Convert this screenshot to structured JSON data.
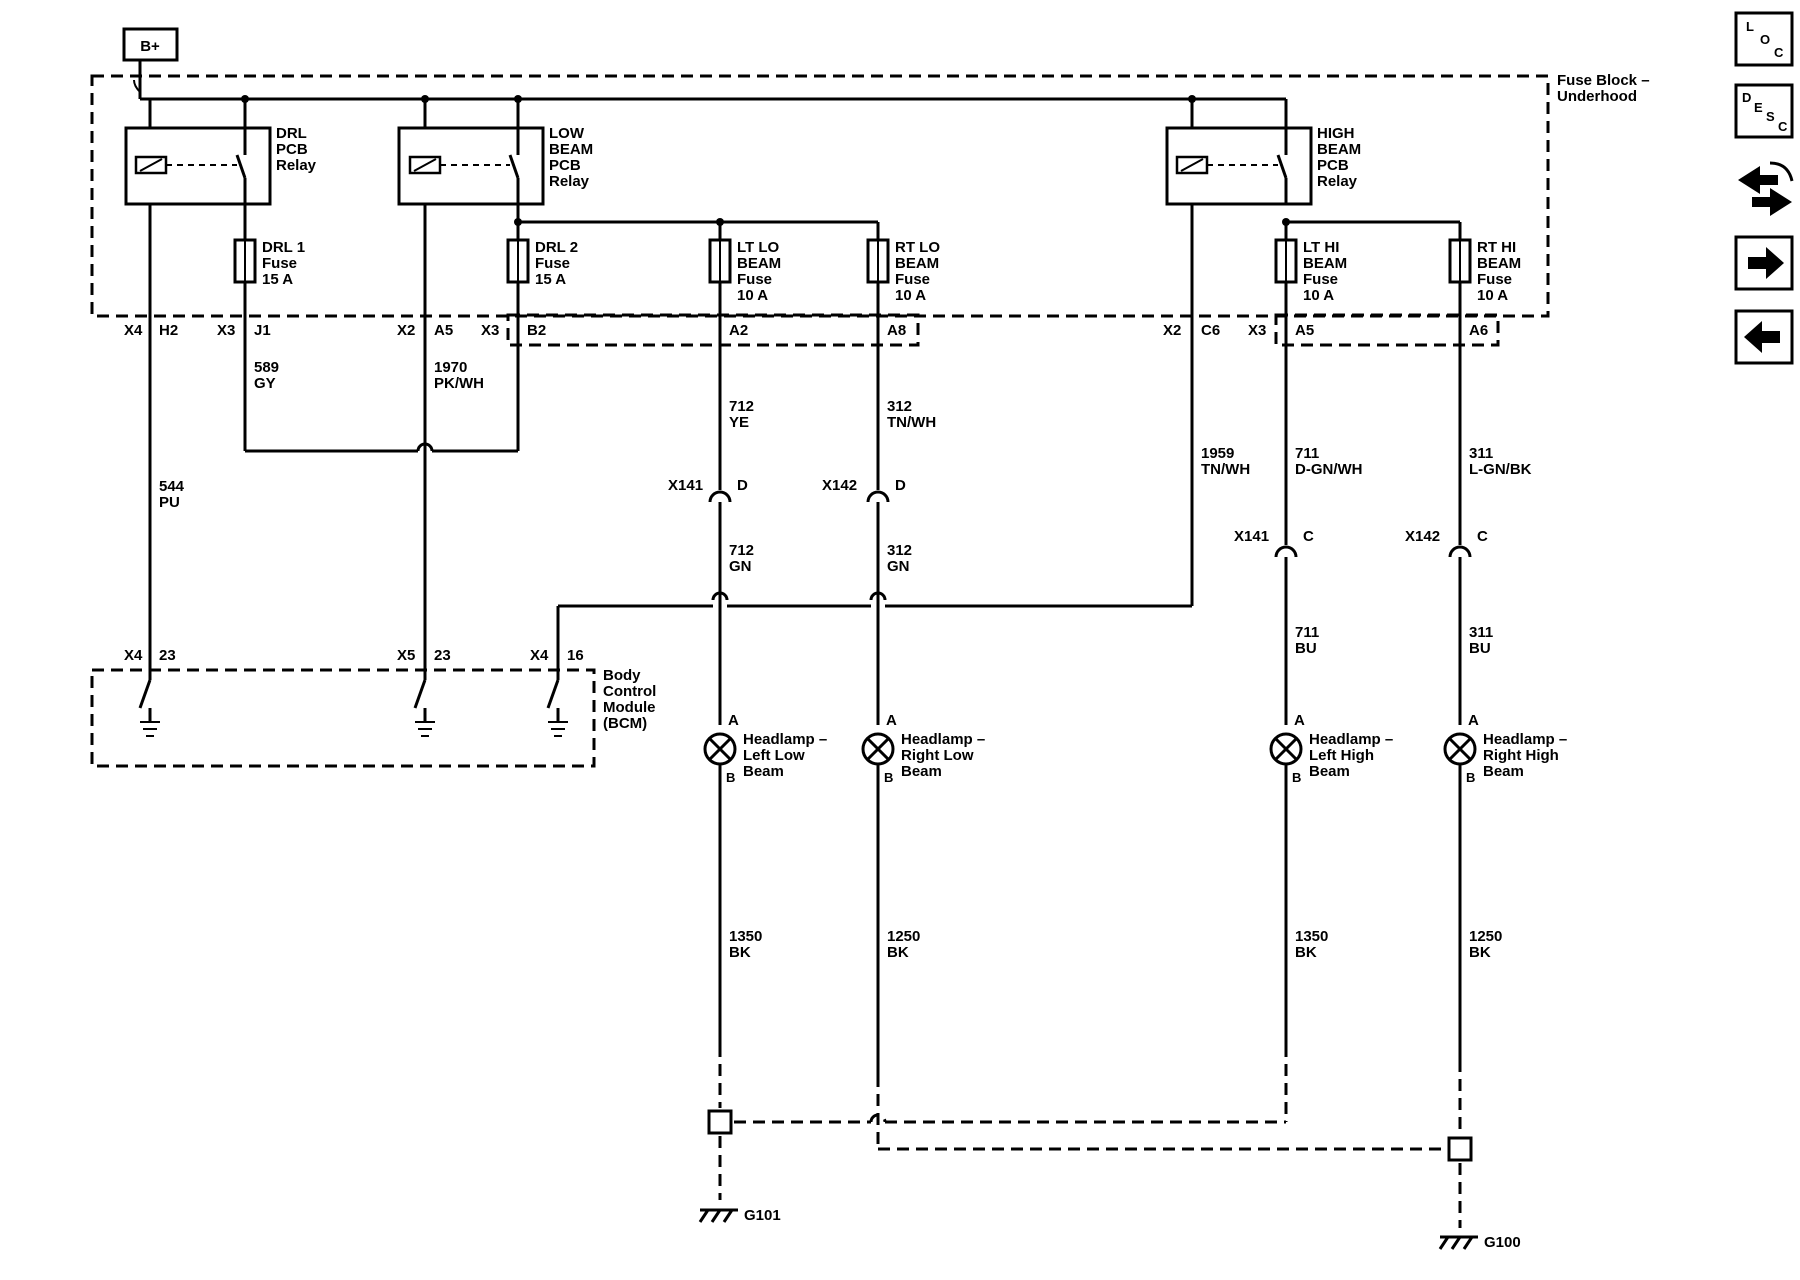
{
  "supply": {
    "label": "B+"
  },
  "fuse_block": {
    "name": "Fuse Block –",
    "name2": "Underhood"
  },
  "relays": {
    "drl": [
      "DRL",
      "PCB",
      "Relay"
    ],
    "low_beam": [
      "LOW",
      "BEAM",
      "PCB",
      "Relay"
    ],
    "high_beam": [
      "HIGH",
      "BEAM",
      "PCB",
      "Relay"
    ]
  },
  "fuses": {
    "drl1": [
      "DRL 1",
      "Fuse",
      "15 A"
    ],
    "drl2": [
      "DRL 2",
      "Fuse",
      "15 A"
    ],
    "lt_lo": [
      "LT LO",
      "BEAM",
      "Fuse",
      "10 A"
    ],
    "rt_lo": [
      "RT LO",
      "BEAM",
      "Fuse",
      "10 A"
    ],
    "lt_hi": [
      "LT HI",
      "BEAM",
      "Fuse",
      "10 A"
    ],
    "rt_hi": [
      "RT HI",
      "BEAM",
      "Fuse",
      "10 A"
    ]
  },
  "fuse_block_pins": [
    {
      "conn": "X4",
      "pin": "H2"
    },
    {
      "conn": "X3",
      "pin": "J1"
    },
    {
      "conn": "X2",
      "pin": "A5"
    },
    {
      "conn": "X3",
      "pin": "B2"
    },
    {
      "conn": "",
      "pin": "A2"
    },
    {
      "conn": "",
      "pin": "A8"
    },
    {
      "conn": "X2",
      "pin": "C6"
    },
    {
      "conn": "X3",
      "pin": "A5"
    },
    {
      "conn": "",
      "pin": "A6"
    }
  ],
  "wires": [
    {
      "circuit": "589",
      "color": "GY"
    },
    {
      "circuit": "1970",
      "color": "PK/WH"
    },
    {
      "circuit": "544",
      "color": "PU"
    },
    {
      "circuit": "712",
      "color": "YE"
    },
    {
      "circuit": "312",
      "color": "TN/WH"
    },
    {
      "circuit": "712",
      "color": "GN"
    },
    {
      "circuit": "312",
      "color": "GN"
    },
    {
      "circuit": "1959",
      "color": "TN/WH"
    },
    {
      "circuit": "711",
      "color": "D-GN/WH"
    },
    {
      "circuit": "311",
      "color": "L-GN/BK"
    },
    {
      "circuit": "711",
      "color": "BU"
    },
    {
      "circuit": "311",
      "color": "BU"
    },
    {
      "circuit": "1350",
      "color": "BK"
    },
    {
      "circuit": "1250",
      "color": "BK"
    },
    {
      "circuit": "1350",
      "color": "BK"
    },
    {
      "circuit": "1250",
      "color": "BK"
    }
  ],
  "inline_connectors": [
    {
      "name": "X141",
      "pin": "D"
    },
    {
      "name": "X142",
      "pin": "D"
    },
    {
      "name": "X141",
      "pin": "C"
    },
    {
      "name": "X142",
      "pin": "C"
    }
  ],
  "bcm": {
    "name": [
      "Body",
      "Control",
      "Module",
      "(BCM)"
    ],
    "pins": [
      {
        "conn": "X4",
        "pin": "23"
      },
      {
        "conn": "X5",
        "pin": "23"
      },
      {
        "conn": "X4",
        "pin": "16"
      }
    ]
  },
  "headlamps": [
    {
      "name": [
        "Headlamp –",
        "Left Low",
        "Beam"
      ],
      "pin_a": "A",
      "pin_b": "B"
    },
    {
      "name": [
        "Headlamp –",
        "Right Low",
        "Beam"
      ],
      "pin_a": "A",
      "pin_b": "B"
    },
    {
      "name": [
        "Headlamp –",
        "Left High",
        "Beam"
      ],
      "pin_a": "A",
      "pin_b": "B"
    },
    {
      "name": [
        "Headlamp –",
        "Right High",
        "Beam"
      ],
      "pin_a": "A",
      "pin_b": "B"
    }
  ],
  "grounds": [
    "G101",
    "G100"
  ],
  "nav": {
    "loc": [
      "L",
      "O",
      "C"
    ],
    "desc": [
      "D",
      "E",
      "S",
      "C"
    ],
    "connector_icon": "connector-icon",
    "next_icon": "arrow-right-icon",
    "prev_icon": "arrow-left-icon"
  }
}
